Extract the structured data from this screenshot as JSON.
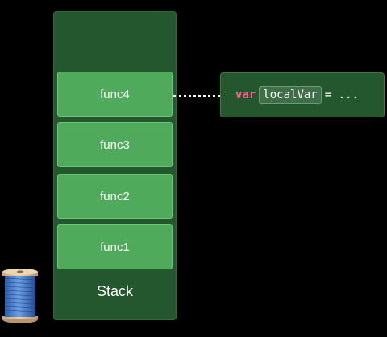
{
  "stack": {
    "label": "Stack",
    "frames": [
      "func4",
      "func3",
      "func2",
      "func1"
    ]
  },
  "variable": {
    "keyword": "var",
    "name": "localVar",
    "rest": "= ..."
  },
  "colors": {
    "panel": "#25572f",
    "frame": "#4faa5c",
    "keyword": "#ff5e8e",
    "background": "#000000"
  },
  "icons": {
    "thread": "thread-spool-icon"
  }
}
